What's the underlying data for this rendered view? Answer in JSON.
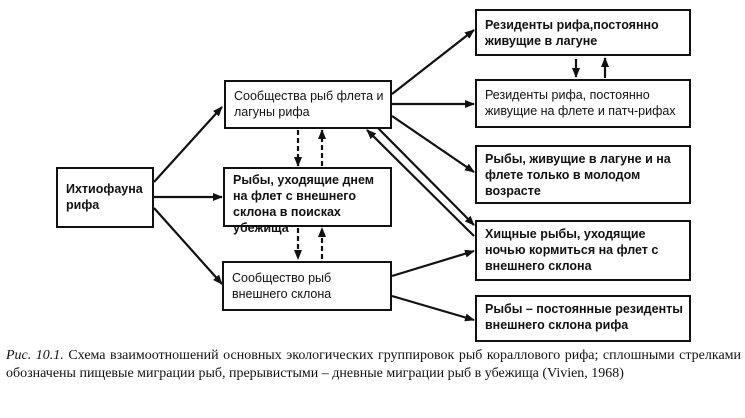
{
  "nodes": {
    "ichthyofauna": "Ихтиофауна рифа",
    "flat_lagoon": "Сообщества рыб флета и лагуны рифа",
    "day_refuge": "Рыбы, уходящие днем на флет с внешнего склона в поисках убежища",
    "outer_slope": "Сообщество рыб внешнего склона",
    "lagoon_residents": "Резиденты рифа,постоянно живущие в лагуне",
    "flat_residents": "Резиденты рифа, постоянно живущие на флете и патч-рифах",
    "juveniles": "Рыбы, живущие в лагуне и на флете только в молодом возрасте",
    "predators": "Хищные рыбы, уходящие ночью кормиться на флет с внешнего склона",
    "slope_residents": "Рыбы – постоянные резиденты внешнего склона рифа"
  },
  "caption": {
    "label": "Рис. 10.1.",
    "text": "Схема взаимоотношений основных экологических группировок рыб кораллового рифа; сплошными стрелками обозначены пищевые миграции рыб, прерывистыми – дневные миграции рыб в убежища (Vivien, 1968)"
  }
}
